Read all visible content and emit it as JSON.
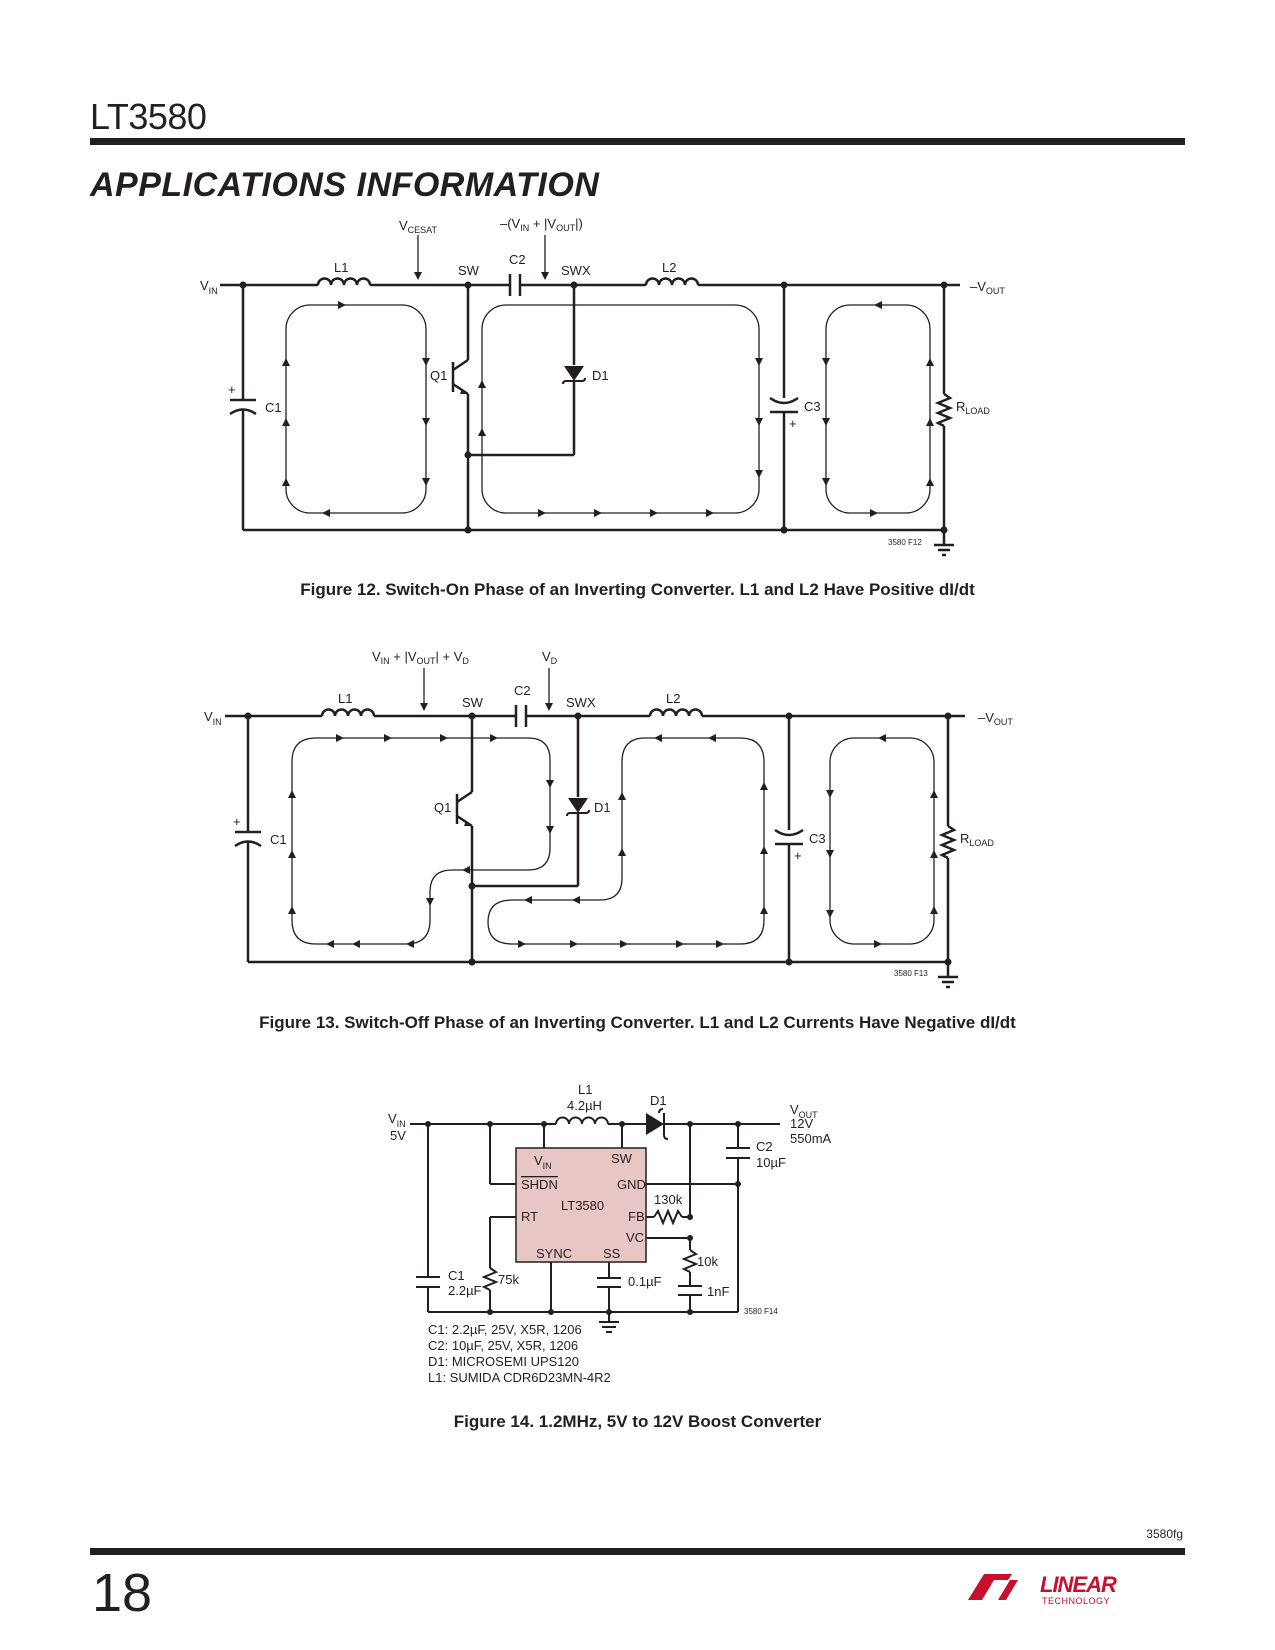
{
  "header": {
    "part_number": "LT3580",
    "section_title": "APPLICATIONS INFORMATION"
  },
  "fig12": {
    "caption": "Figure 12. Switch-On Phase of an Inverting Converter.  L1 and L2 Have Positive dI/dt",
    "code": "3580 F12",
    "labels": {
      "vin": "VIN",
      "vin_sub": "IN",
      "l1": "L1",
      "l2": "L2",
      "sw": "SW",
      "swx": "SWX",
      "c1": "C1",
      "c2": "C2",
      "c3": "C3",
      "q1": "Q1",
      "d1": "D1",
      "vout": "–VOUT",
      "rload": "RLOAD",
      "vcesat": "VCESAT",
      "vc2": "–(VIN + |VOUT|)"
    }
  },
  "fig13": {
    "caption": "Figure 13. Switch-Off Phase of an Inverting Converter. L1 and L2 Currents Have Negative dI/dt",
    "code": "3580 F13",
    "labels": {
      "vsw": "VIN + |VOUT| + VD",
      "vd": "VD"
    }
  },
  "fig14": {
    "caption": "Figure 14. 1.2MHz, 5V to 12V Boost Converter",
    "code": "3580 F14",
    "ic_name": "LT3580",
    "pins": {
      "vin": "VIN",
      "sw": "SW",
      "shdn": "SHDN",
      "gnd": "GND",
      "rt": "RT",
      "fb": "FB",
      "vc": "VC",
      "sync": "SYNC",
      "ss": "SS"
    },
    "vin_value": "5V",
    "vout": {
      "voltage": "12V",
      "current": "550mA"
    },
    "l1": {
      "name": "L1",
      "value": "4.2µH"
    },
    "d1": "D1",
    "c1": {
      "name": "C1",
      "value": "2.2µF"
    },
    "c2": {
      "name": "C2",
      "value": "10µF"
    },
    "r_rt": "75k",
    "r_fb": "130k",
    "r_vc": "10k",
    "c_vc": "1nF",
    "c_ss": "0.1µF",
    "bom": [
      "C1: 2.2µF, 25V, X5R, 1206",
      "C2: 10µF, 25V, X5R, 1206",
      "D1: MICROSEMI UPS120",
      "L1: SUMIDA CDR6D23MN-4R2"
    ]
  },
  "footer": {
    "page_number": "18",
    "doc_id": "3580fg",
    "logo_text": "LINEAR",
    "logo_subtext": "TECHNOLOGY"
  }
}
